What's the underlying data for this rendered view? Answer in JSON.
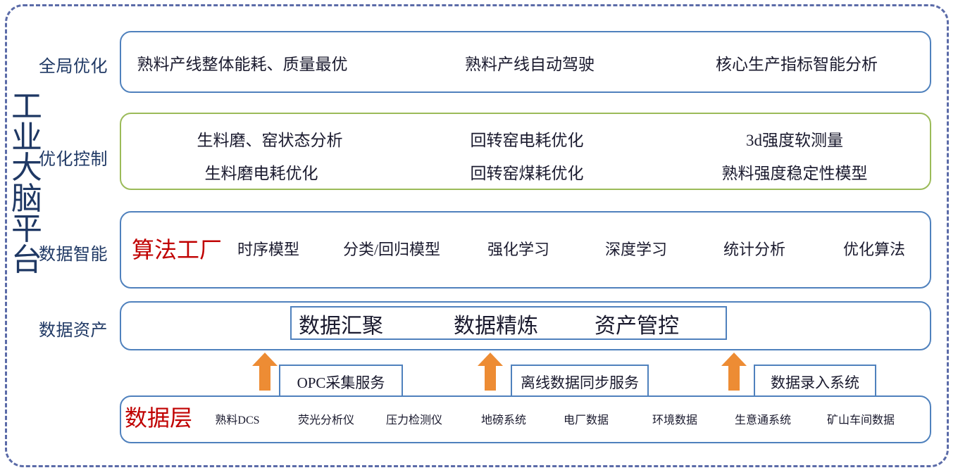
{
  "frame": {
    "border_color": "#5b6ba8",
    "style": "dashed-rounded"
  },
  "platform": {
    "vertical_title": "工业大脑平台",
    "title_color": "#1f3864"
  },
  "colors": {
    "box_blue": "#4f81bd",
    "box_green": "#9bbb59",
    "label_navy": "#1f3864",
    "accent_red": "#c00000",
    "arrow_orange": "#ed8c34"
  },
  "layers": [
    {
      "key": "global_optimization",
      "label": "全局优化",
      "border": "#4f81bd",
      "items": [
        "熟料产线整体能耗、质量最优",
        "熟料产线自动驾驶",
        "核心生产指标智能分析"
      ]
    },
    {
      "key": "optimization_control",
      "label": "优化控制",
      "border": "#9bbb59",
      "row1": [
        "生料磨、窑状态分析",
        "回转窑电耗优化",
        "3d强度软测量"
      ],
      "row2": [
        "生料磨电耗优化",
        "回转窑煤耗优化",
        "熟料强度稳定性模型"
      ]
    },
    {
      "key": "data_intelligence",
      "label": "数据智能",
      "border": "#4f81bd",
      "highlight": "算法工厂",
      "items": [
        "时序模型",
        "分类/回归模型",
        "强化学习",
        "深度学习",
        "统计分析",
        "优化算法"
      ]
    },
    {
      "key": "data_asset",
      "label": "数据资产",
      "border": "#4f81bd",
      "inner_items": [
        "数据汇聚",
        "数据精炼",
        "资产管控"
      ]
    },
    {
      "key": "data_layer",
      "label": "数据层",
      "border": "#4f81bd",
      "label_color": "#c00000",
      "items": [
        "熟料DCS",
        "荧光分析仪",
        "压力检测仪",
        "地磅系统",
        "电厂数据",
        "环境数据",
        "生意通系统",
        "矿山车间数据"
      ]
    }
  ],
  "services": [
    {
      "label": "OPC采集服务"
    },
    {
      "label": "离线数据同步服务"
    },
    {
      "label": "数据录入系统"
    }
  ],
  "arrows": [
    {
      "name": "data-flow-arrow-1"
    },
    {
      "name": "data-flow-arrow-2"
    },
    {
      "name": "data-flow-arrow-3"
    }
  ]
}
